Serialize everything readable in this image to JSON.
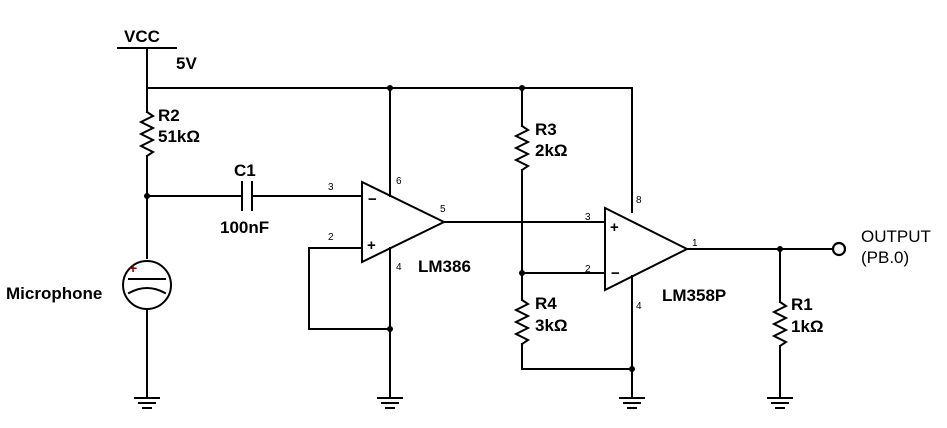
{
  "supply": {
    "name": "VCC",
    "voltage": "5V"
  },
  "components": {
    "r2": {
      "ref": "R2",
      "value": "51kΩ"
    },
    "c1": {
      "ref": "C1",
      "value": "100nF"
    },
    "r3": {
      "ref": "R3",
      "value": "2kΩ"
    },
    "r4": {
      "ref": "R4",
      "value": "3kΩ"
    },
    "r1": {
      "ref": "R1",
      "value": "1kΩ"
    },
    "mic": {
      "label": "Microphone"
    },
    "u1": {
      "name": "LM386",
      "pin_in_minus": "3",
      "pin_in_plus": "2",
      "pin_vcc": "6",
      "pin_gnd": "4",
      "pin_out": "5",
      "minus_sign": "−",
      "plus_sign": "+"
    },
    "u2": {
      "name": "LM358P",
      "pin_in_plus": "3",
      "pin_in_minus": "2",
      "pin_vcc": "8",
      "pin_gnd": "4",
      "pin_out": "1",
      "minus_sign": "−",
      "plus_sign": "+"
    }
  },
  "output": {
    "label": "OUTPUT",
    "pin": "(PB.0)"
  },
  "colors": {
    "wire": "#000000",
    "mic_plus": "#8b0000",
    "background": "#ffffff"
  }
}
